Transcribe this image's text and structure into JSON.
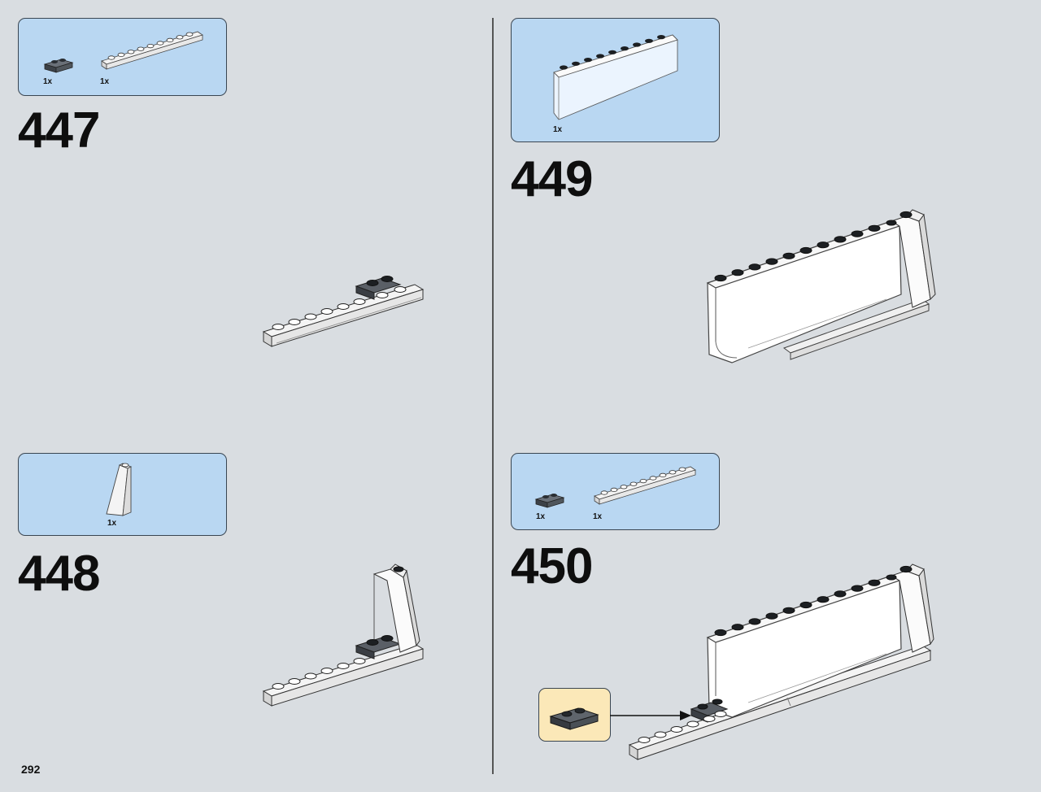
{
  "page": {
    "number": "292"
  },
  "steps": [
    {
      "number": "447",
      "parts": [
        {
          "qty": "1x",
          "part": "dark-gray-plate-1x2"
        },
        {
          "qty": "1x",
          "part": "white-plate-1x10"
        }
      ]
    },
    {
      "number": "448",
      "parts": [
        {
          "qty": "1x",
          "part": "white-slope-brick"
        }
      ]
    },
    {
      "number": "449",
      "parts": [
        {
          "qty": "1x",
          "part": "transparent-panel-1x10"
        }
      ]
    },
    {
      "number": "450",
      "parts": [
        {
          "qty": "1x",
          "part": "dark-gray-plate-1x2"
        },
        {
          "qty": "1x",
          "part": "white-plate-1x10"
        }
      ]
    }
  ],
  "colors": {
    "background": "#d9dde1",
    "parts_panel": "#b9d7f2",
    "callout": "#fbe8b8",
    "dark_gray_part": "#4a4f55",
    "stud_black": "#111111"
  }
}
